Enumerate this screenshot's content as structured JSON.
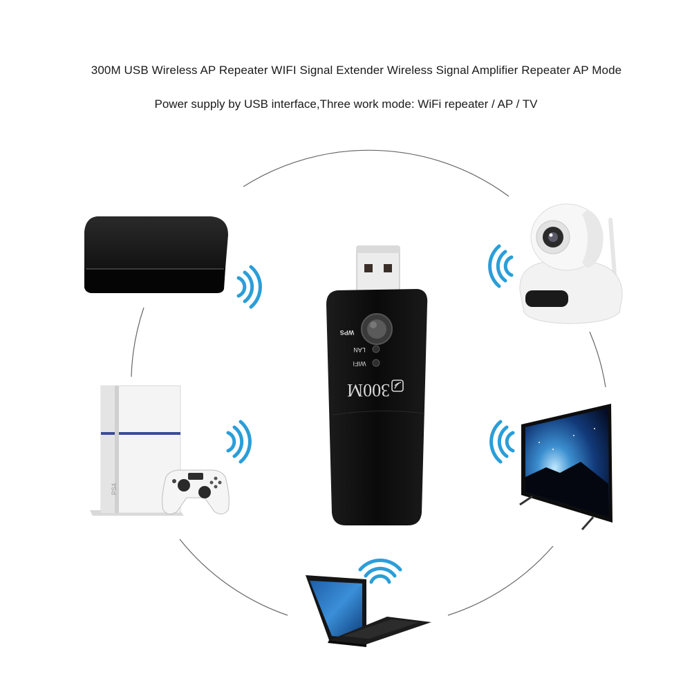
{
  "header": {
    "title": "300M USB Wireless AP Repeater WIFI Signal Extender Wireless Signal Amplifier Repeater AP Mode",
    "subtitle": "Power supply by USB interface,Three work mode: WiFi repeater / AP / TV"
  },
  "device": {
    "model_label": "300M",
    "button_label": "WPS",
    "led_labels": [
      "LAN",
      "WIFI"
    ]
  },
  "console": {
    "brand_text": "PS4"
  },
  "colors": {
    "wifi_signal": "#2a9ed8",
    "device_body": "#111111",
    "circle_line": "#555555"
  },
  "icons": [
    "wifi-signal-icon",
    "tv-box",
    "ip-camera",
    "game-console",
    "gamepad",
    "smart-tv",
    "laptop",
    "usb-wifi-repeater"
  ]
}
